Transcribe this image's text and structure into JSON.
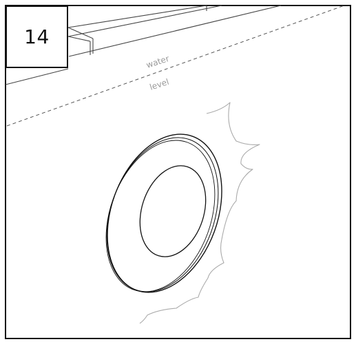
{
  "step": {
    "number": "14"
  },
  "annotation": {
    "water_line_1": "water",
    "water_line_2": "level"
  },
  "colors": {
    "ink": "#111111",
    "annotation_gray": "#9a9a9a",
    "border": "#111111",
    "background": "#ffffff"
  }
}
